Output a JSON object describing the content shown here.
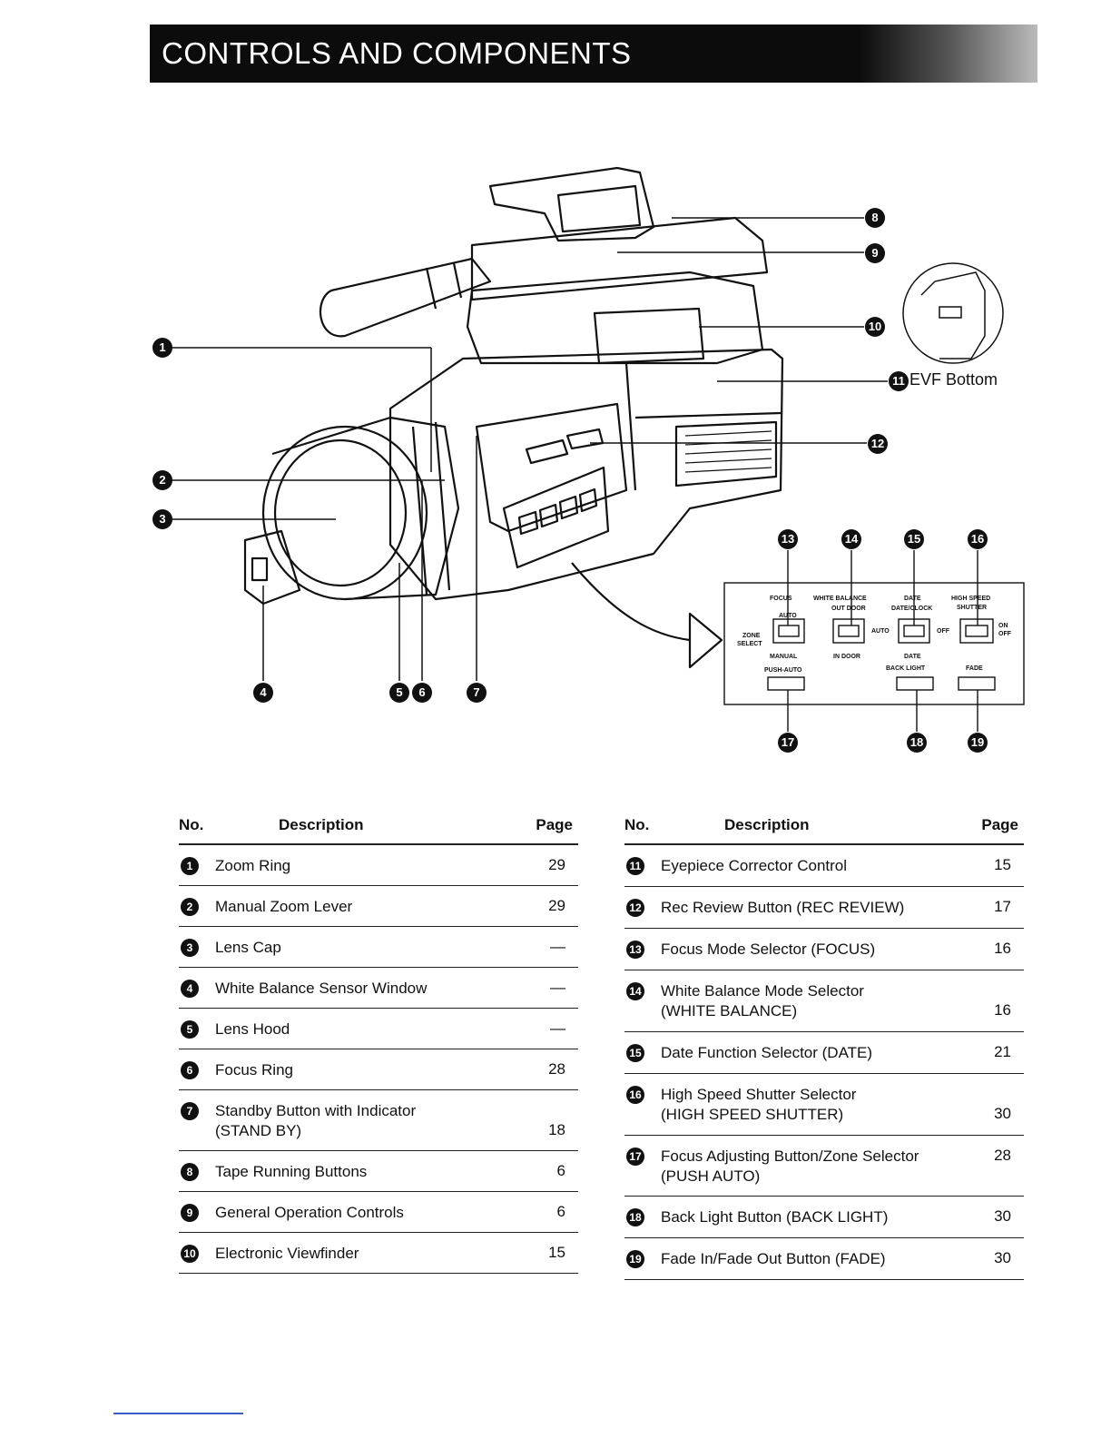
{
  "header": {
    "title": "CONTROLS AND COMPONENTS"
  },
  "callouts": {
    "n1": "1",
    "n2": "2",
    "n3": "3",
    "n4": "4",
    "n5": "5",
    "n6": "6",
    "n7": "7",
    "n8": "8",
    "n9": "9",
    "n10": "10",
    "n11": "11",
    "n12": "12",
    "n13": "13",
    "n14": "14",
    "n15": "15",
    "n16": "16",
    "n17": "17",
    "n18": "18",
    "n19": "19",
    "evf_bottom": "EVF Bottom"
  },
  "panel": {
    "focus": "FOCUS",
    "white_balance": "WHITE BALANCE",
    "date": "DATE",
    "high_speed": "HIGH SPEED",
    "shutter": "SHUTTER",
    "auto": "AUTO",
    "outdoor": "OUT DOOR",
    "dateclock": "DATE/CLOCK",
    "zone": "ZONE",
    "select": "SELECT",
    "wb_auto": "AUTO",
    "off": "OFF",
    "on": "ON",
    "off2": "OFF",
    "manual": "MANUAL",
    "indoor": "IN DOOR",
    "date2": "DATE",
    "pushauto": "PUSH-AUTO",
    "backlight": "BACK LIGHT",
    "fade": "FADE"
  },
  "table_headers": {
    "no": "No.",
    "description": "Description",
    "page": "Page"
  },
  "left_table": [
    {
      "no": "1",
      "desc": "Zoom Ring",
      "page": "29"
    },
    {
      "no": "2",
      "desc": "Manual Zoom Lever",
      "page": "29"
    },
    {
      "no": "3",
      "desc": "Lens Cap",
      "page": "—"
    },
    {
      "no": "4",
      "desc": "White Balance Sensor Window",
      "page": "—"
    },
    {
      "no": "5",
      "desc": "Lens Hood",
      "page": "—"
    },
    {
      "no": "6",
      "desc": "Focus Ring",
      "page": "28"
    },
    {
      "no": "7",
      "desc": "Standby Button with Indicator",
      "desc2": "(STAND BY)",
      "page": "18"
    },
    {
      "no": "8",
      "desc": "Tape Running Buttons",
      "page": "6"
    },
    {
      "no": "9",
      "desc": "General Operation Controls",
      "page": "6"
    },
    {
      "no": "10",
      "desc": "Electronic Viewfinder",
      "page": "15"
    }
  ],
  "right_table": [
    {
      "no": "11",
      "desc": "Eyepiece Corrector Control",
      "page": "15"
    },
    {
      "no": "12",
      "desc": "Rec Review Button (REC REVIEW)",
      "page": "17"
    },
    {
      "no": "13",
      "desc": "Focus Mode Selector (FOCUS)",
      "page": "16"
    },
    {
      "no": "14",
      "desc": "White Balance Mode Selector",
      "desc2": "(WHITE BALANCE)",
      "page": "16"
    },
    {
      "no": "15",
      "desc": "Date Function Selector (DATE)",
      "page": "21"
    },
    {
      "no": "16",
      "desc": "High Speed Shutter Selector",
      "desc2": "(HIGH SPEED SHUTTER)",
      "page": "30"
    },
    {
      "no": "17",
      "desc": "Focus Adjusting Button/Zone Selector",
      "desc2": "(PUSH AUTO)",
      "page": "28"
    },
    {
      "no": "18",
      "desc": "Back Light Button (BACK LIGHT)",
      "page": "30"
    },
    {
      "no": "19",
      "desc": "Fade In/Fade Out Button (FADE)",
      "page": "30"
    }
  ]
}
